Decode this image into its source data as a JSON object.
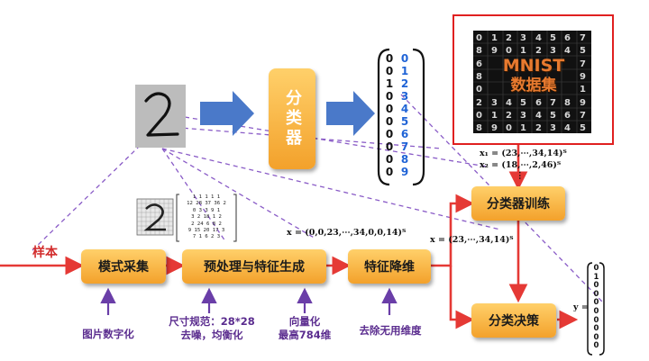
{
  "nodes": {
    "classifier": "分类器",
    "mode_collect": "模式采集",
    "preprocess": "预处理与特征生成",
    "feature_reduce": "特征降维",
    "classifier_train": "分类器训练",
    "classify_decide": "分类决策"
  },
  "input_label": "样本",
  "captions": {
    "digitize": "图片数字化",
    "size_line1": "尺寸规范：28*28",
    "size_line2": "去噪，均衡化",
    "vec_line1": "向量化",
    "vec_line2": "最高784维",
    "remove": "去除无用维度"
  },
  "mnist": {
    "line1": "MNIST",
    "line2": "数据集"
  },
  "formulas": {
    "x1": "x₁ = (23,⋯,34,14)ᵀ",
    "x2": "x₂ = (18,⋯,2,46)ᵀ",
    "dots": "⋮",
    "feat_vec": "x = (0,0,23,⋯,34,0,0,14)ᵀ",
    "reduced_vec": "x = (23,⋯,34,14)ᵀ",
    "y_label": "y ="
  },
  "onehot": {
    "bits": [
      "0",
      "0",
      "1",
      "0",
      "0",
      "0",
      "0",
      "0",
      "0",
      "0"
    ],
    "digits": [
      "0",
      "1",
      "2",
      "3",
      "4",
      "5",
      "6",
      "7",
      "8",
      "9"
    ]
  },
  "output_vector": [
    "0",
    "1",
    "0",
    "0",
    "0",
    "0",
    "0",
    "0",
    "0",
    "0"
  ],
  "pixel_matrix": [
    "1 1 1 1 1",
    "12 28 37 36 2",
    "0 3 3 9 1",
    "3 2 18 1 2",
    "2 24 6 8 2",
    "9 15 20 17 3",
    "7 1 6 2 3"
  ],
  "colors": {
    "box_top": "#ffd06a",
    "box_bottom": "#f3a12b",
    "flow_arrow": "#e53935",
    "caption": "#5b2d8f",
    "blue_arrow": "#4a79c9",
    "digit_blue": "#1f63d6",
    "highlight_frame": "#e02020",
    "dashed": "#8a5cc7"
  }
}
